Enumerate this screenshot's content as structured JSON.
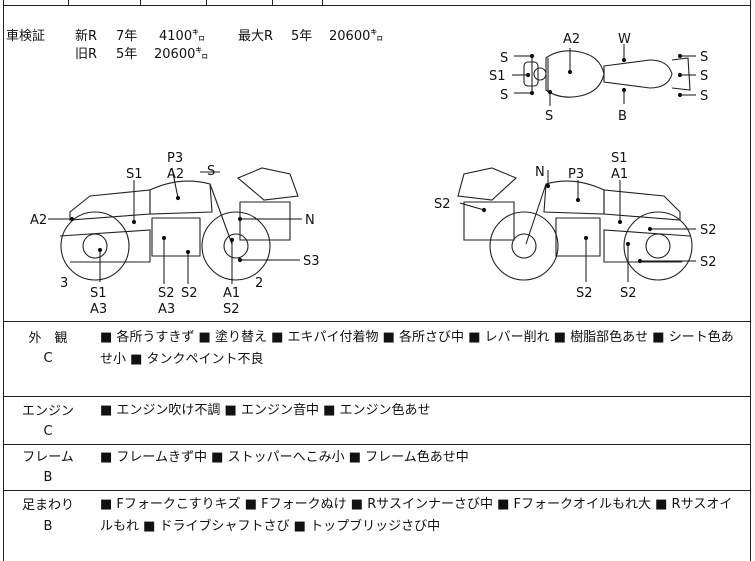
{
  "inspection": {
    "label": "車検証",
    "new_prefix": "新R",
    "new_years": "7年",
    "new_distance": "4100㌔",
    "max_prefix": "最大R",
    "max_years": "5年",
    "max_distance": "20600㌔",
    "old_prefix": "旧R",
    "old_years": "5年",
    "old_distance": "20600㌔"
  },
  "diagram_labels": {
    "top_view": [
      "A2",
      "W",
      "S",
      "S1",
      "S",
      "S",
      "B",
      "S",
      "S",
      "S"
    ],
    "left_view": [
      "P3",
      "A2",
      "S",
      "S1",
      "A2",
      "N",
      "S3",
      "3",
      "S1",
      "A3",
      "S2",
      "A3",
      "S2",
      "A1",
      "S2",
      "2"
    ],
    "right_view": [
      "N",
      "P3",
      "S1",
      "A1",
      "S2",
      "S2",
      "S2",
      "S2",
      "S2"
    ]
  },
  "rows": [
    {
      "title": "外　観",
      "grade": "C",
      "text": "■ 各所うすきず ■ 塗り替え ■ エキパイ付着物 ■ 各所さび中 ■ レバー削れ ■ 樹脂部色あせ ■ シート色あせ小 ■ タンクペイント不良"
    },
    {
      "title": "エンジン",
      "grade": "C",
      "text": "■ エンジン吹け不調 ■ エンジン音中 ■ エンジン色あせ"
    },
    {
      "title": "フレーム",
      "grade": "B",
      "text": "■ フレームきず中 ■ ストッパーへこみ小 ■ フレーム色あせ中"
    },
    {
      "title": "足まわり",
      "grade": "B",
      "text": "■ Fフォークこすりキズ ■ Fフォークぬけ ■ Rサスインナーさび中 ■ Fフォークオイルもれ大 ■ Rサスオイルもれ ■ ドライブシャフトさび ■ トップブリッジさび中"
    }
  ]
}
